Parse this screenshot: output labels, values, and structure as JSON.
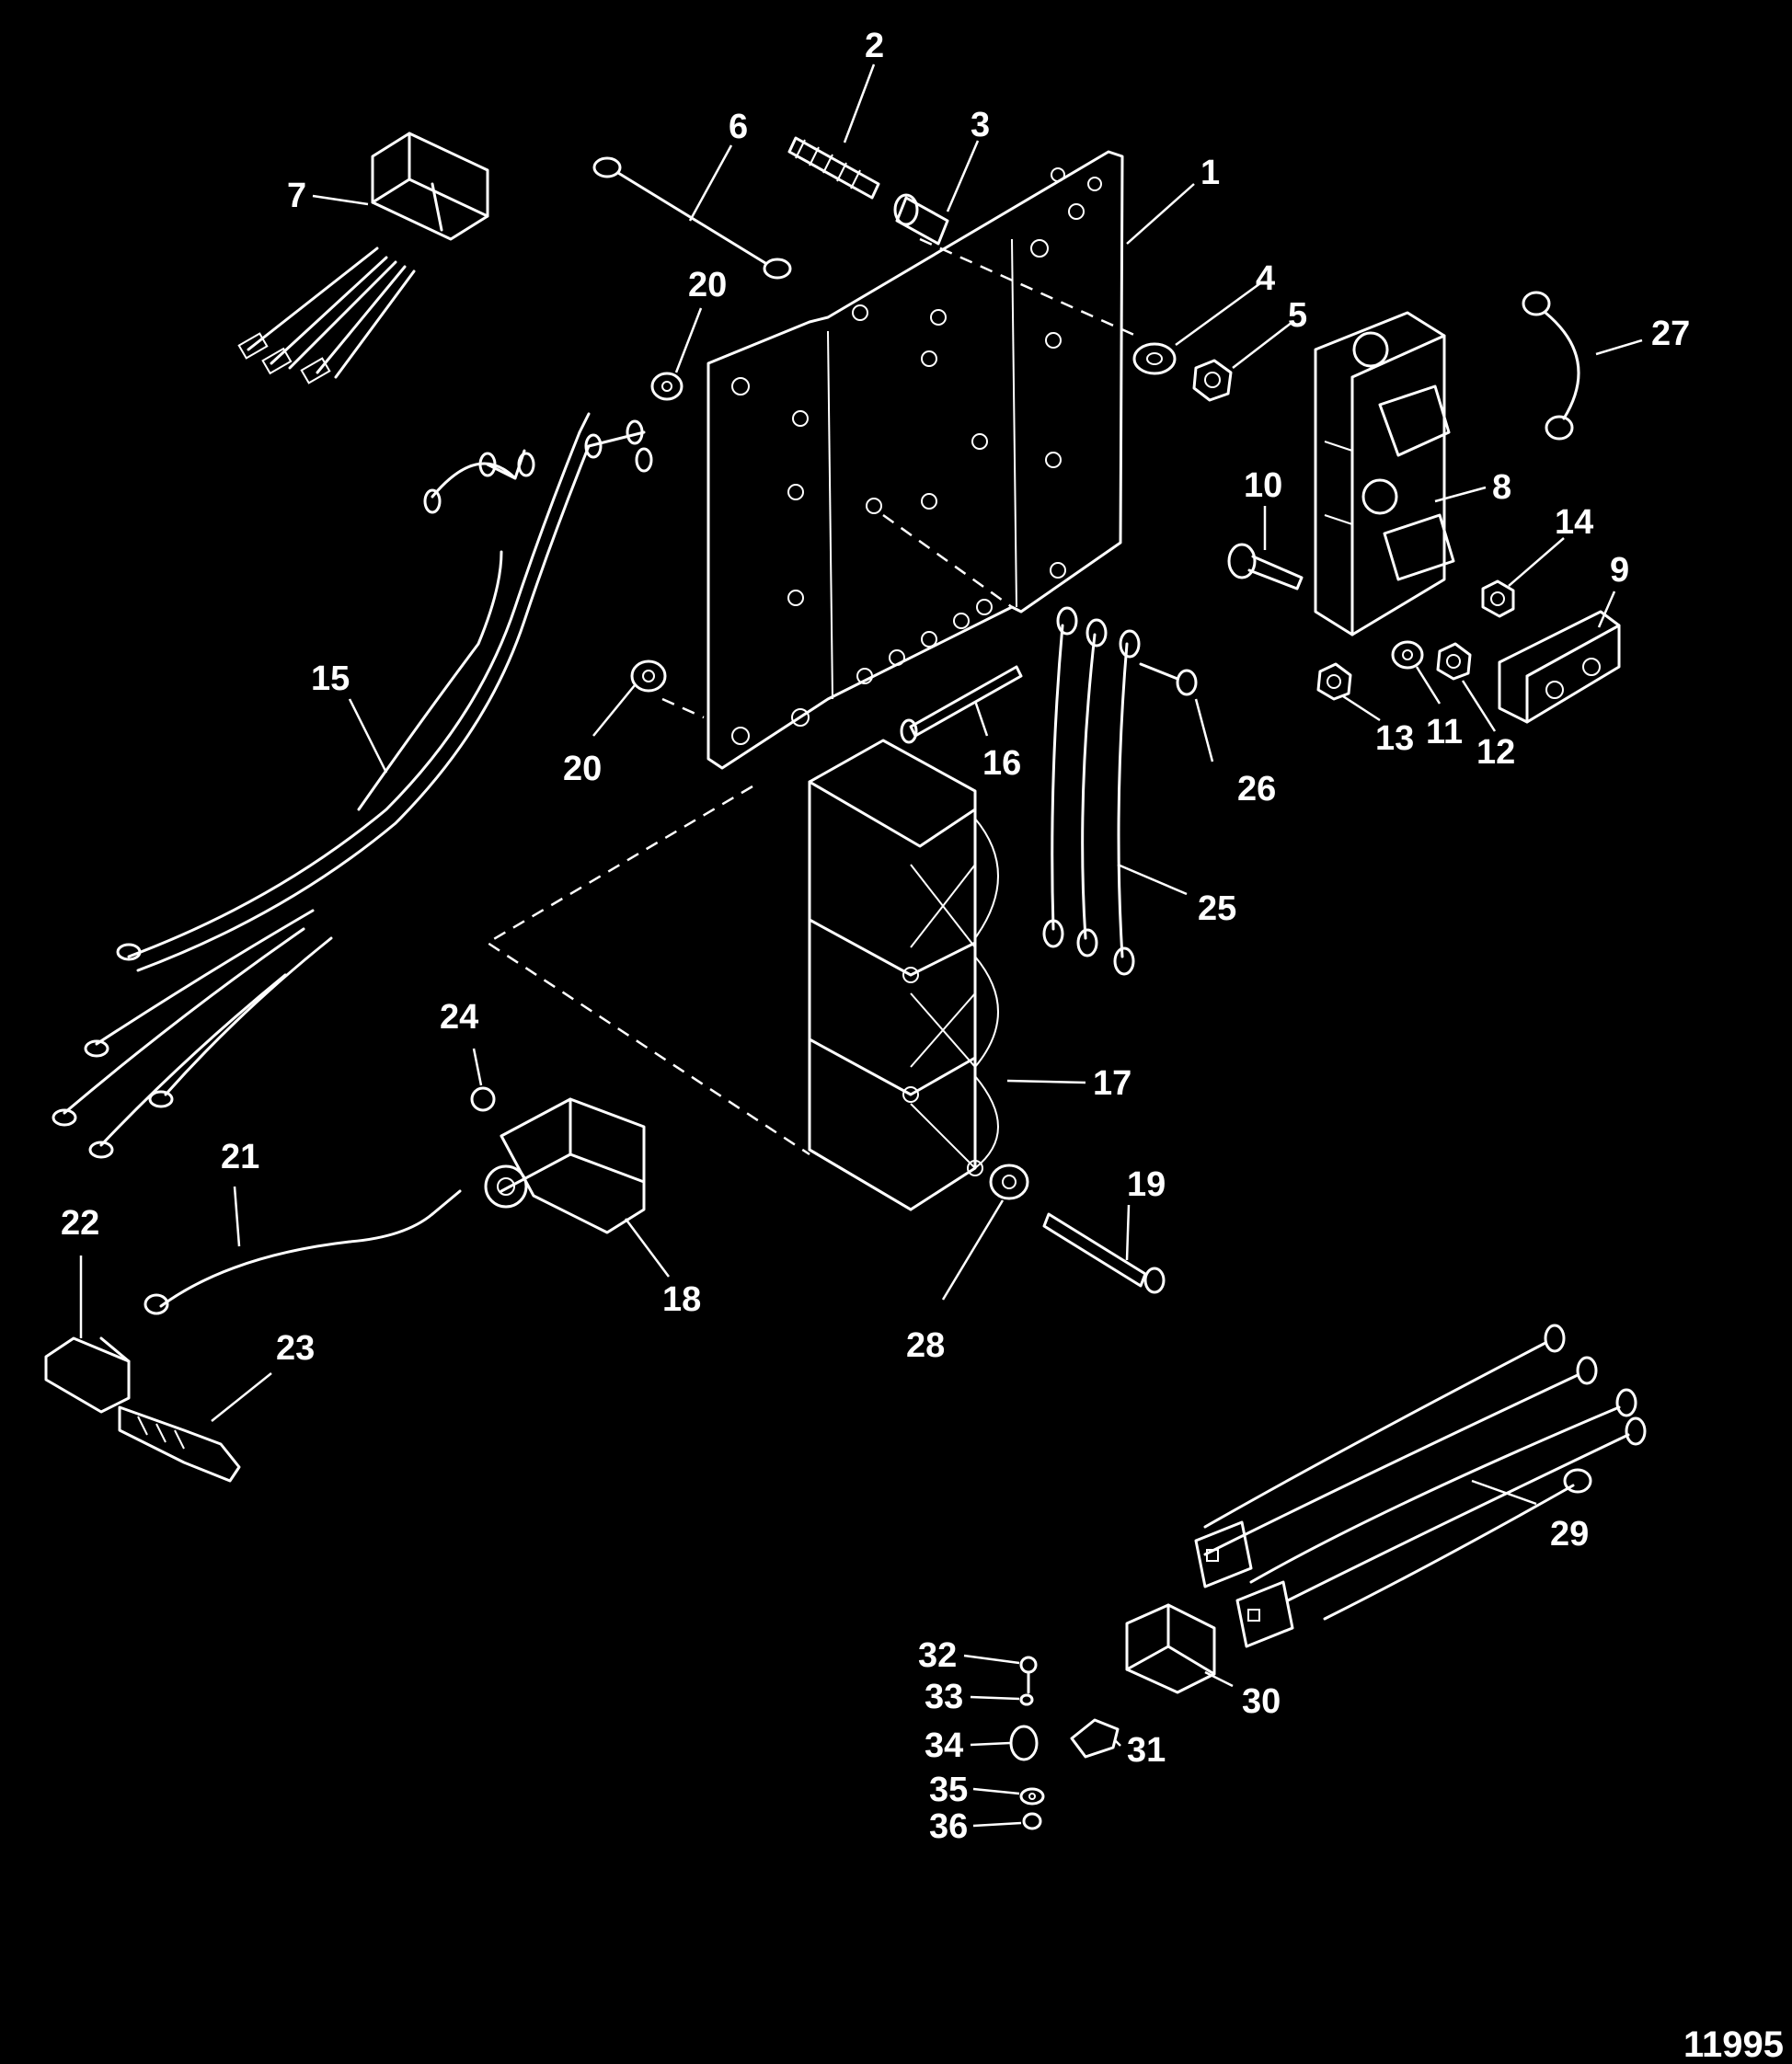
{
  "diagram": {
    "reference_number": "11995",
    "callouts": [
      {
        "label": "1"
      },
      {
        "label": "2"
      },
      {
        "label": "3"
      },
      {
        "label": "4"
      },
      {
        "label": "5"
      },
      {
        "label": "6"
      },
      {
        "label": "7"
      },
      {
        "label": "8"
      },
      {
        "label": "9"
      },
      {
        "label": "10"
      },
      {
        "label": "11"
      },
      {
        "label": "12"
      },
      {
        "label": "13"
      },
      {
        "label": "14"
      },
      {
        "label": "15"
      },
      {
        "label": "16"
      },
      {
        "label": "17"
      },
      {
        "label": "18"
      },
      {
        "label": "19"
      },
      {
        "label": "20"
      },
      {
        "label": "20"
      },
      {
        "label": "21"
      },
      {
        "label": "22"
      },
      {
        "label": "23"
      },
      {
        "label": "24"
      },
      {
        "label": "25"
      },
      {
        "label": "26"
      },
      {
        "label": "27"
      },
      {
        "label": "28"
      },
      {
        "label": "29"
      },
      {
        "label": "30"
      },
      {
        "label": "31"
      },
      {
        "label": "32"
      },
      {
        "label": "33"
      },
      {
        "label": "34"
      },
      {
        "label": "35"
      },
      {
        "label": "36"
      }
    ]
  }
}
